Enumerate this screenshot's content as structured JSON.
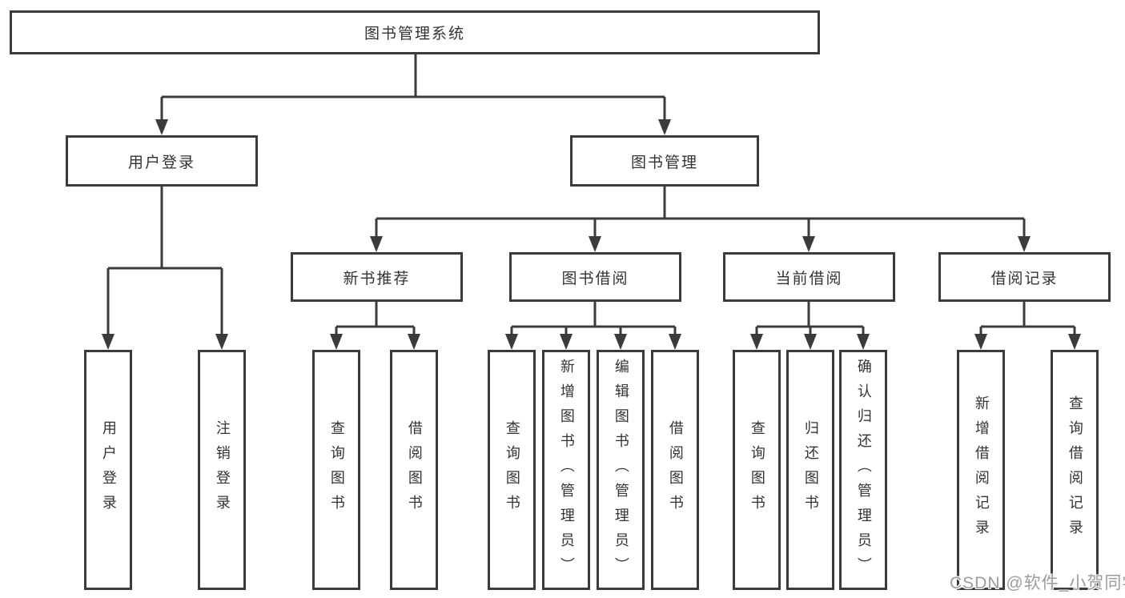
{
  "diagram": {
    "root": {
      "label": "图书管理系统"
    },
    "level2": [
      {
        "label": "用户登录"
      },
      {
        "label": "图书管理"
      }
    ],
    "level3": [
      {
        "label": "新书推荐"
      },
      {
        "label": "图书借阅"
      },
      {
        "label": "当前借阅"
      },
      {
        "label": "借阅记录"
      }
    ],
    "leaves": {
      "user_login": [
        "用户登录",
        "注销登录"
      ],
      "new_book": [
        "查询图书",
        "借阅图书"
      ],
      "book_borrow": [
        "查询图书",
        "新增图书（管理员）",
        "编辑图书（管理员）",
        "借阅图书"
      ],
      "current_borrow": [
        "查询图书",
        "归还图书",
        "确认归还（管理员）"
      ],
      "borrow_record": [
        "新增借阅记录",
        "查询借阅记录"
      ]
    }
  },
  "line_color": "#3b3b3b",
  "watermark": {
    "text": "CSDN @软件_小贺同学",
    "color": "#9c9c9c"
  }
}
